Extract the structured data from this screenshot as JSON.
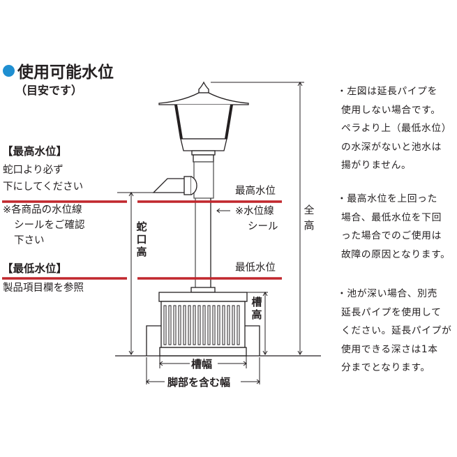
{
  "title": {
    "main": "使用可能水位",
    "sub": "（目安です）",
    "bullet_color": "#1f8fd1"
  },
  "left_panel": {
    "max_level_heading": "【最高水位】",
    "max_level_text": [
      "蛇口より必ず",
      "下にしてください"
    ],
    "seal_note": [
      "※各商品の水位線",
      "シールをご確認",
      "下さい"
    ],
    "min_level_heading": "【最低水位】",
    "min_level_text": "製品項目欄を参照"
  },
  "diagram": {
    "line_color": "#c1272d",
    "labels": {
      "max_level": "最高水位",
      "seal": [
        "※水位線",
        "シール"
      ],
      "min_level": "最低水位",
      "spout_height": [
        "蛇",
        "口",
        "高"
      ],
      "tank_height": [
        "槽",
        "高"
      ],
      "total_height": [
        "全",
        "高"
      ],
      "tank_width": "槽幅",
      "width_with_feet": "脚部を含む幅"
    }
  },
  "notes": [
    {
      "lines": [
        "・左図は延長パイプを",
        "使用しない場合です。",
        "ペラより上（最低水位）",
        "の水深がないと池水は",
        "揚がりません。"
      ]
    },
    {
      "lines": [
        "・最高水位を上回った",
        "場合、最低水位を下回",
        "った場合でのご使用は",
        "故障の原因となります。"
      ]
    },
    {
      "lines": [
        "・池が深い場合、別売",
        "延長パイプを使用して",
        "ください。延長パイプが",
        "使用できる深さは1本",
        "分までとなります。"
      ]
    }
  ]
}
